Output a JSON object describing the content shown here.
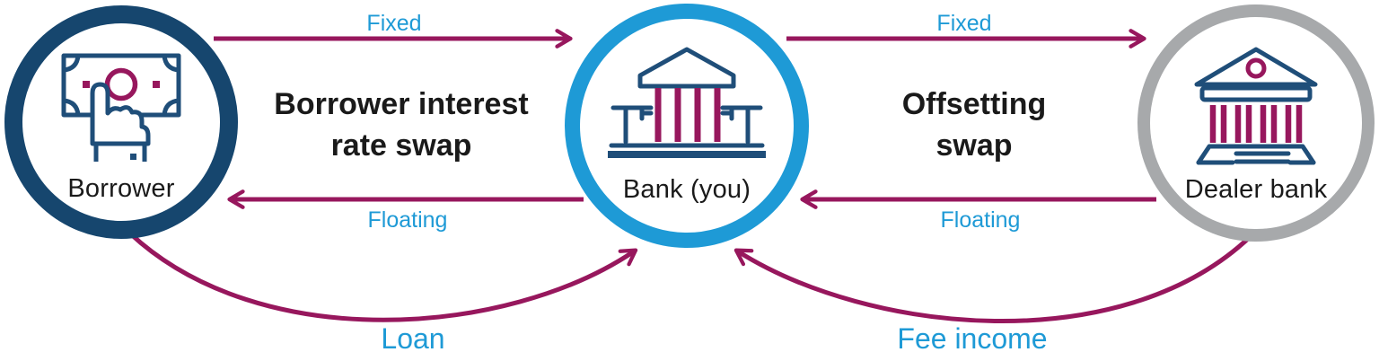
{
  "diagram": {
    "nodes": [
      {
        "label": "Borrower",
        "icon": "money-in-hand",
        "ring_color": "#16466E"
      },
      {
        "label": "Bank (you)",
        "icon": "bank-building",
        "ring_color": "#1E9AD6"
      },
      {
        "label": "Dealer bank",
        "icon": "columned-bank-building",
        "ring_color": "#A7A9AB"
      }
    ],
    "titles": {
      "left_swap": {
        "line1": "Borrower interest",
        "line2": "rate swap"
      },
      "right_swap": {
        "line1": "Offsetting",
        "line2": "swap"
      }
    },
    "flows": {
      "fixed_left": {
        "label": "Fixed",
        "arrow_from": "Borrower",
        "arrow_to": "Bank (you)"
      },
      "floating_left": {
        "label": "Floating",
        "arrow_from": "Bank (you)",
        "arrow_to": "Borrower"
      },
      "fixed_right": {
        "label": "Fixed",
        "arrow_from": "Bank (you)",
        "arrow_to": "Dealer bank"
      },
      "floating_right": {
        "label": "Floating",
        "arrow_from": "Dealer bank",
        "arrow_to": "Bank (you)"
      },
      "loan": {
        "label": "Loan",
        "arrow_from": "Borrower",
        "arrow_to": "Bank (you)"
      },
      "fee_income": {
        "label": "Fee income",
        "arrow_from": "Dealer bank",
        "arrow_to": "Bank (you)"
      }
    },
    "colors": {
      "ring_navy": "#16466E",
      "icon_navy": "#1F4E79",
      "blue": "#1E9AD6",
      "gray": "#A7A9AB",
      "maroon": "#97175D",
      "text": "#1A1A1A"
    }
  }
}
